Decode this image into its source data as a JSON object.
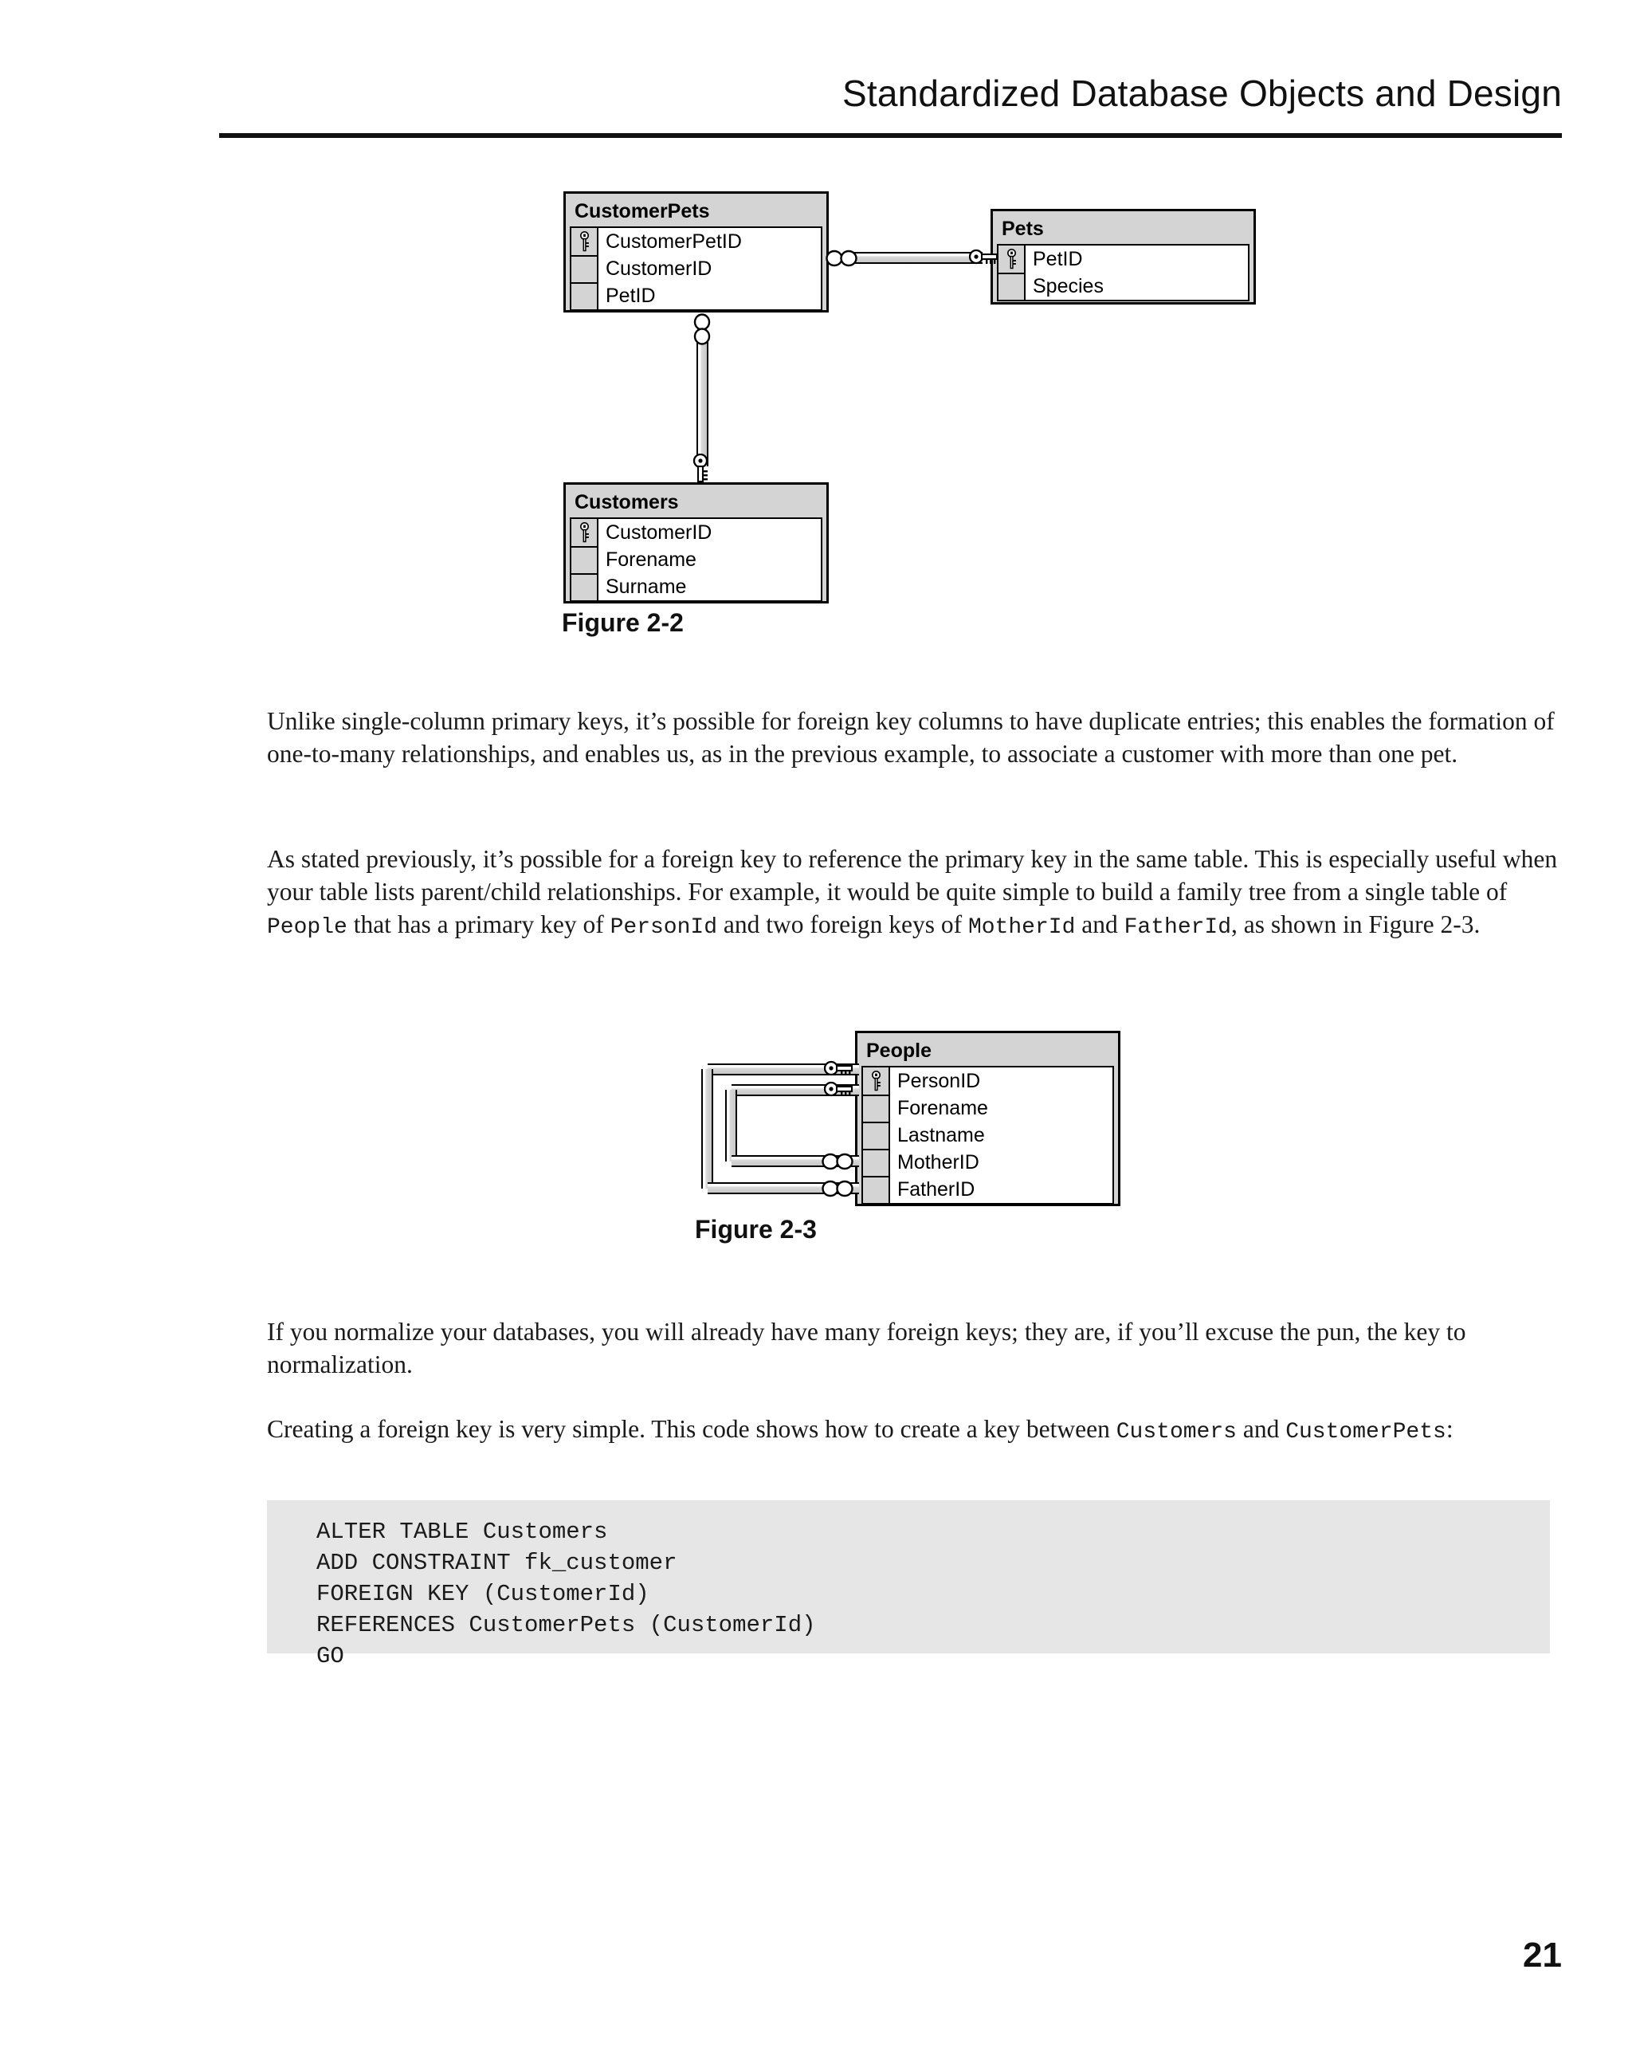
{
  "header": {
    "title": "Standardized Database Objects and Design"
  },
  "page_number": "21",
  "figures": [
    {
      "caption": "Figure 2-2",
      "tables": [
        {
          "name": "CustomerPets",
          "columns": [
            {
              "label": "CustomerPetID",
              "key": true
            },
            {
              "label": "CustomerID",
              "key": false
            },
            {
              "label": "PetID",
              "key": false
            }
          ]
        },
        {
          "name": "Pets",
          "columns": [
            {
              "label": "PetID",
              "key": true
            },
            {
              "label": "Species",
              "key": false
            }
          ]
        },
        {
          "name": "Customers",
          "columns": [
            {
              "label": "CustomerID",
              "key": true
            },
            {
              "label": "Forename",
              "key": false
            },
            {
              "label": "Surname",
              "key": false
            }
          ]
        }
      ],
      "relationships": [
        {
          "from": "CustomerPets.PetID",
          "to": "Pets.PetID",
          "from_end": "many",
          "to_end": "key"
        },
        {
          "from": "CustomerPets.CustomerID",
          "to": "Customers.CustomerID",
          "from_end": "many",
          "to_end": "key"
        }
      ]
    },
    {
      "caption": "Figure 2-3",
      "tables": [
        {
          "name": "People",
          "columns": [
            {
              "label": "PersonID",
              "key": true
            },
            {
              "label": "Forename",
              "key": false
            },
            {
              "label": "Lastname",
              "key": false
            },
            {
              "label": "MotherID",
              "key": false
            },
            {
              "label": "FatherID",
              "key": false
            }
          ]
        }
      ],
      "relationships": [
        {
          "from": "People.MotherID",
          "to": "People.PersonID",
          "from_end": "many",
          "to_end": "key"
        },
        {
          "from": "People.FatherID",
          "to": "People.PersonID",
          "from_end": "many",
          "to_end": "key"
        }
      ]
    }
  ],
  "paragraphs": {
    "p1_part1": "Unlike single-column primary keys, it’s possible for foreign key columns to have duplicate entries; this enables the formation of one-to-many relationships, and enables us, as in the previous example, to associate a customer with more than one pet.",
    "p2_a": "As stated previously, it’s possible for a foreign key to reference the primary key in the same table. This is especially useful when your table lists parent/child relationships. For example, it would be quite simple to build a family tree from a single table of ",
    "p2_mono1": "People",
    "p2_b": " that has a primary key of ",
    "p2_mono2": "PersonId",
    "p2_c": " and two foreign keys of ",
    "p2_mono3": "MotherId",
    "p2_d": " and ",
    "p2_mono4": "FatherId",
    "p2_e": ", as shown in Figure 2-3.",
    "p3": "If you normalize your databases, you will already have many foreign keys; they are, if you’ll excuse the pun, the key to normalization.",
    "p4_a": "Creating a foreign key is very simple. This code shows how to create a key between ",
    "p4_mono1": "Customers",
    "p4_b": " and ",
    "p4_mono2": "CustomerPets",
    "p4_c": ":"
  },
  "code": {
    "language": "sql",
    "text": "ALTER TABLE Customers\nADD CONSTRAINT fk_customer\nFOREIGN KEY (CustomerId)\nREFERENCES CustomerPets (CustomerId)\nGO"
  },
  "icons": {
    "primary_key": "key-icon",
    "crows_foot": "crows-foot-icon"
  },
  "colors": {
    "table_header_fill": "#d4d4d4",
    "table_body_fill": "#ffffff",
    "outline": "#000000",
    "code_background": "#e6e6e6",
    "text": "#1a1a1a"
  }
}
